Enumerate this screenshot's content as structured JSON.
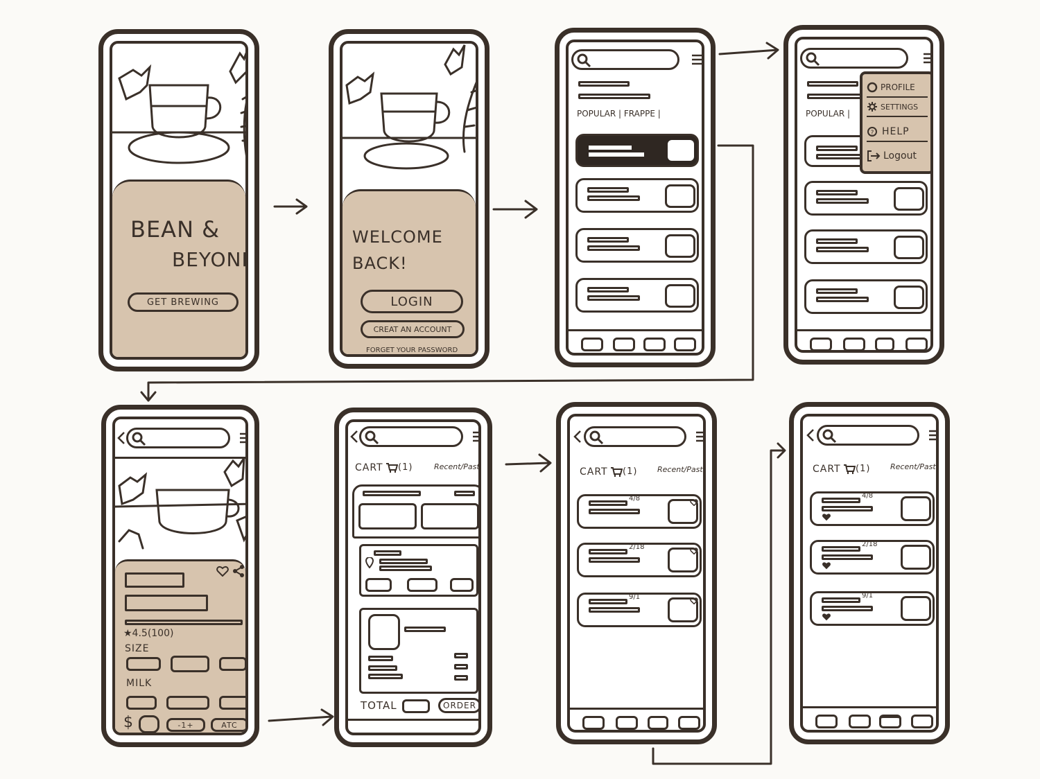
{
  "screens": {
    "splash": {
      "brand_line1": "BEAN &",
      "brand_line2": "BEYOND",
      "cta": "GET BREWING"
    },
    "login": {
      "heading_line1": "WELCOME",
      "heading_line2": "BACK!",
      "login": "LOGIN",
      "create_account": "CREAT AN ACCOUNT",
      "forgot": "FORGET YOUR PASSWORD"
    },
    "home": {
      "filters": "POPULAR | FRAPPE |"
    },
    "home_menu": {
      "filters": "POPULAR |",
      "menu": [
        "PROFILE",
        "SETTINGS",
        "HELP",
        "Logout"
      ]
    },
    "product": {
      "rating": "★4.5(100)",
      "size_label": "SIZE",
      "milk_label": "MILK",
      "price_symbol": "$",
      "stepper": "-1+",
      "add_to_cart": "ATC"
    },
    "cart": {
      "title": "CART",
      "count": "(1)",
      "tabs": "Recent/Past",
      "total": "TOTAL",
      "order": "ORDER"
    },
    "recent": {
      "title": "CART",
      "count": "(1)",
      "tabs": "Recent/Past",
      "dates": [
        "4/8",
        "2/18",
        "9/1"
      ]
    },
    "past": {
      "title": "CART",
      "count": "(1)",
      "tabs": "Recent/Past",
      "dates": [
        "4/8",
        "2/18",
        "9/1"
      ]
    }
  },
  "colors": {
    "ink": "#3a3029",
    "beige": "#d7c4ae",
    "paper": "#fbfaf7"
  }
}
